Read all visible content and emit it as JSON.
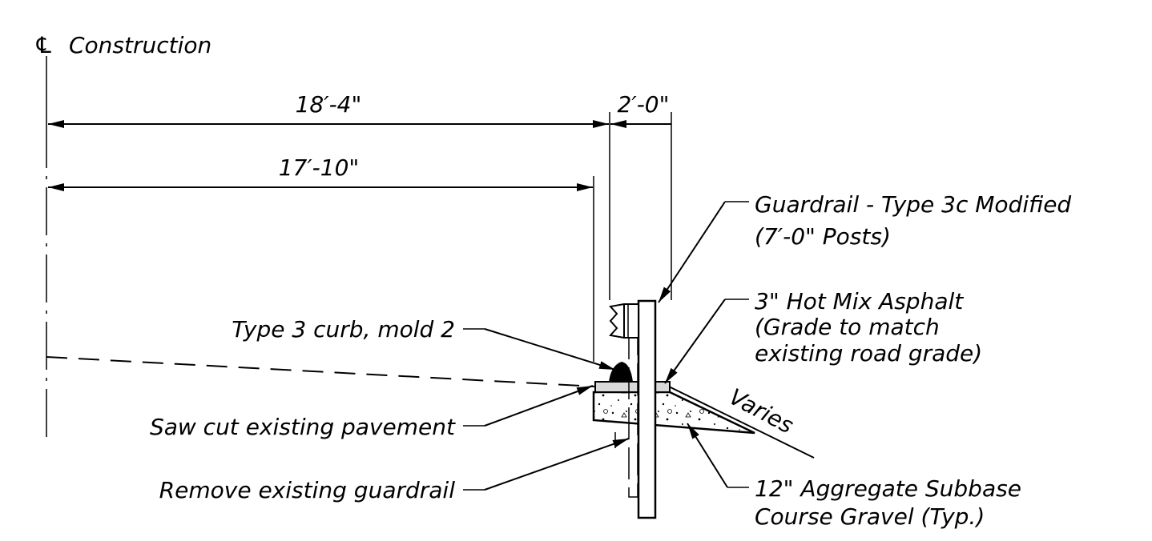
{
  "centerline": {
    "symbol": "℄",
    "label": "Construction"
  },
  "dimensions": {
    "outer": "18′-4\"",
    "inner": "17′-10\"",
    "post_offset": "2′-0\""
  },
  "callouts": {
    "guardrail_line1": "Guardrail - Type 3c Modified",
    "guardrail_line2": "(7′-0\" Posts)",
    "asphalt_line1": "3\" Hot Mix Asphalt",
    "asphalt_line2": "(Grade to match",
    "asphalt_line3": "existing road grade)",
    "curb": "Type 3 curb, mold 2",
    "sawcut": "Saw cut existing pavement",
    "remove_guardrail": "Remove existing guardrail",
    "subbase_line1": "12\" Aggregate Subbase",
    "subbase_line2": "Course Gravel (Typ.)",
    "slope": "Varies"
  }
}
